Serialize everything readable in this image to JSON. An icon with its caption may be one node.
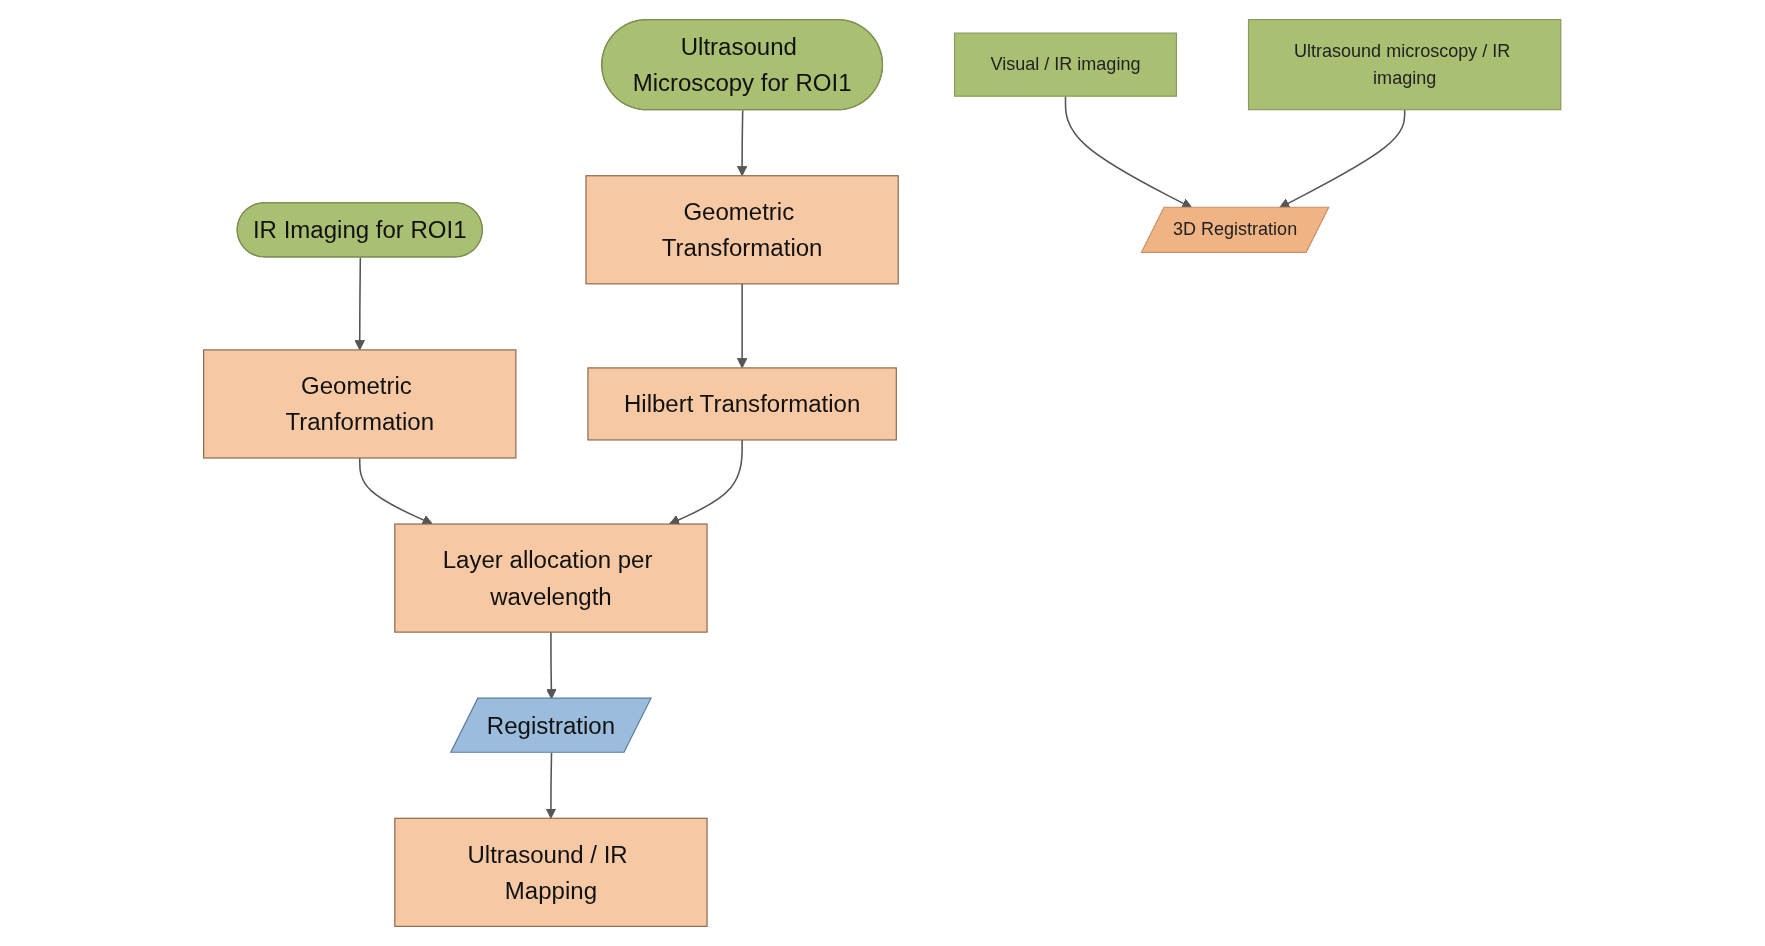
{
  "diagram": {
    "nodes": [
      {
        "text": [
          "Ultrasound Microscopy for ROI1"
        ]
      },
      {
        "text": [
          "IR Imaging for ROI1"
        ]
      },
      {
        "text": [
          "Geometric Transformation"
        ]
      },
      {
        "text": [
          "Geometric Tranformation"
        ]
      },
      {
        "text": [
          "Hilbert Transformation"
        ]
      },
      {
        "text": [
          "Layer allocation per wavelength"
        ]
      },
      {
        "text": [
          "Registration"
        ]
      },
      {
        "text": [
          "Ultrasound / IR Mapping"
        ]
      },
      {
        "text": [
          "Visual / IR imaging"
        ]
      },
      {
        "text": [
          "Ultrasound microscopy / IR imaging"
        ]
      },
      {
        "text": [
          "3D Registration"
        ]
      }
    ],
    "edges": [
      {
        "from": 0,
        "to": 2,
        "arrow": "to"
      },
      {
        "from": 1,
        "to": 3,
        "arrow": "to"
      },
      {
        "from": 2,
        "to": 4,
        "arrow": "to"
      },
      {
        "from": 3,
        "to": 5,
        "arrow": "to"
      },
      {
        "from": 4,
        "to": 5,
        "arrow": "to"
      },
      {
        "from": 5,
        "to": 6,
        "arrow": "to"
      },
      {
        "from": 6,
        "to": 7,
        "arrow": "to"
      },
      {
        "from": 8,
        "to": 10,
        "arrow": "to"
      },
      {
        "from": 9,
        "to": 10,
        "arrow": "to"
      }
    ]
  }
}
